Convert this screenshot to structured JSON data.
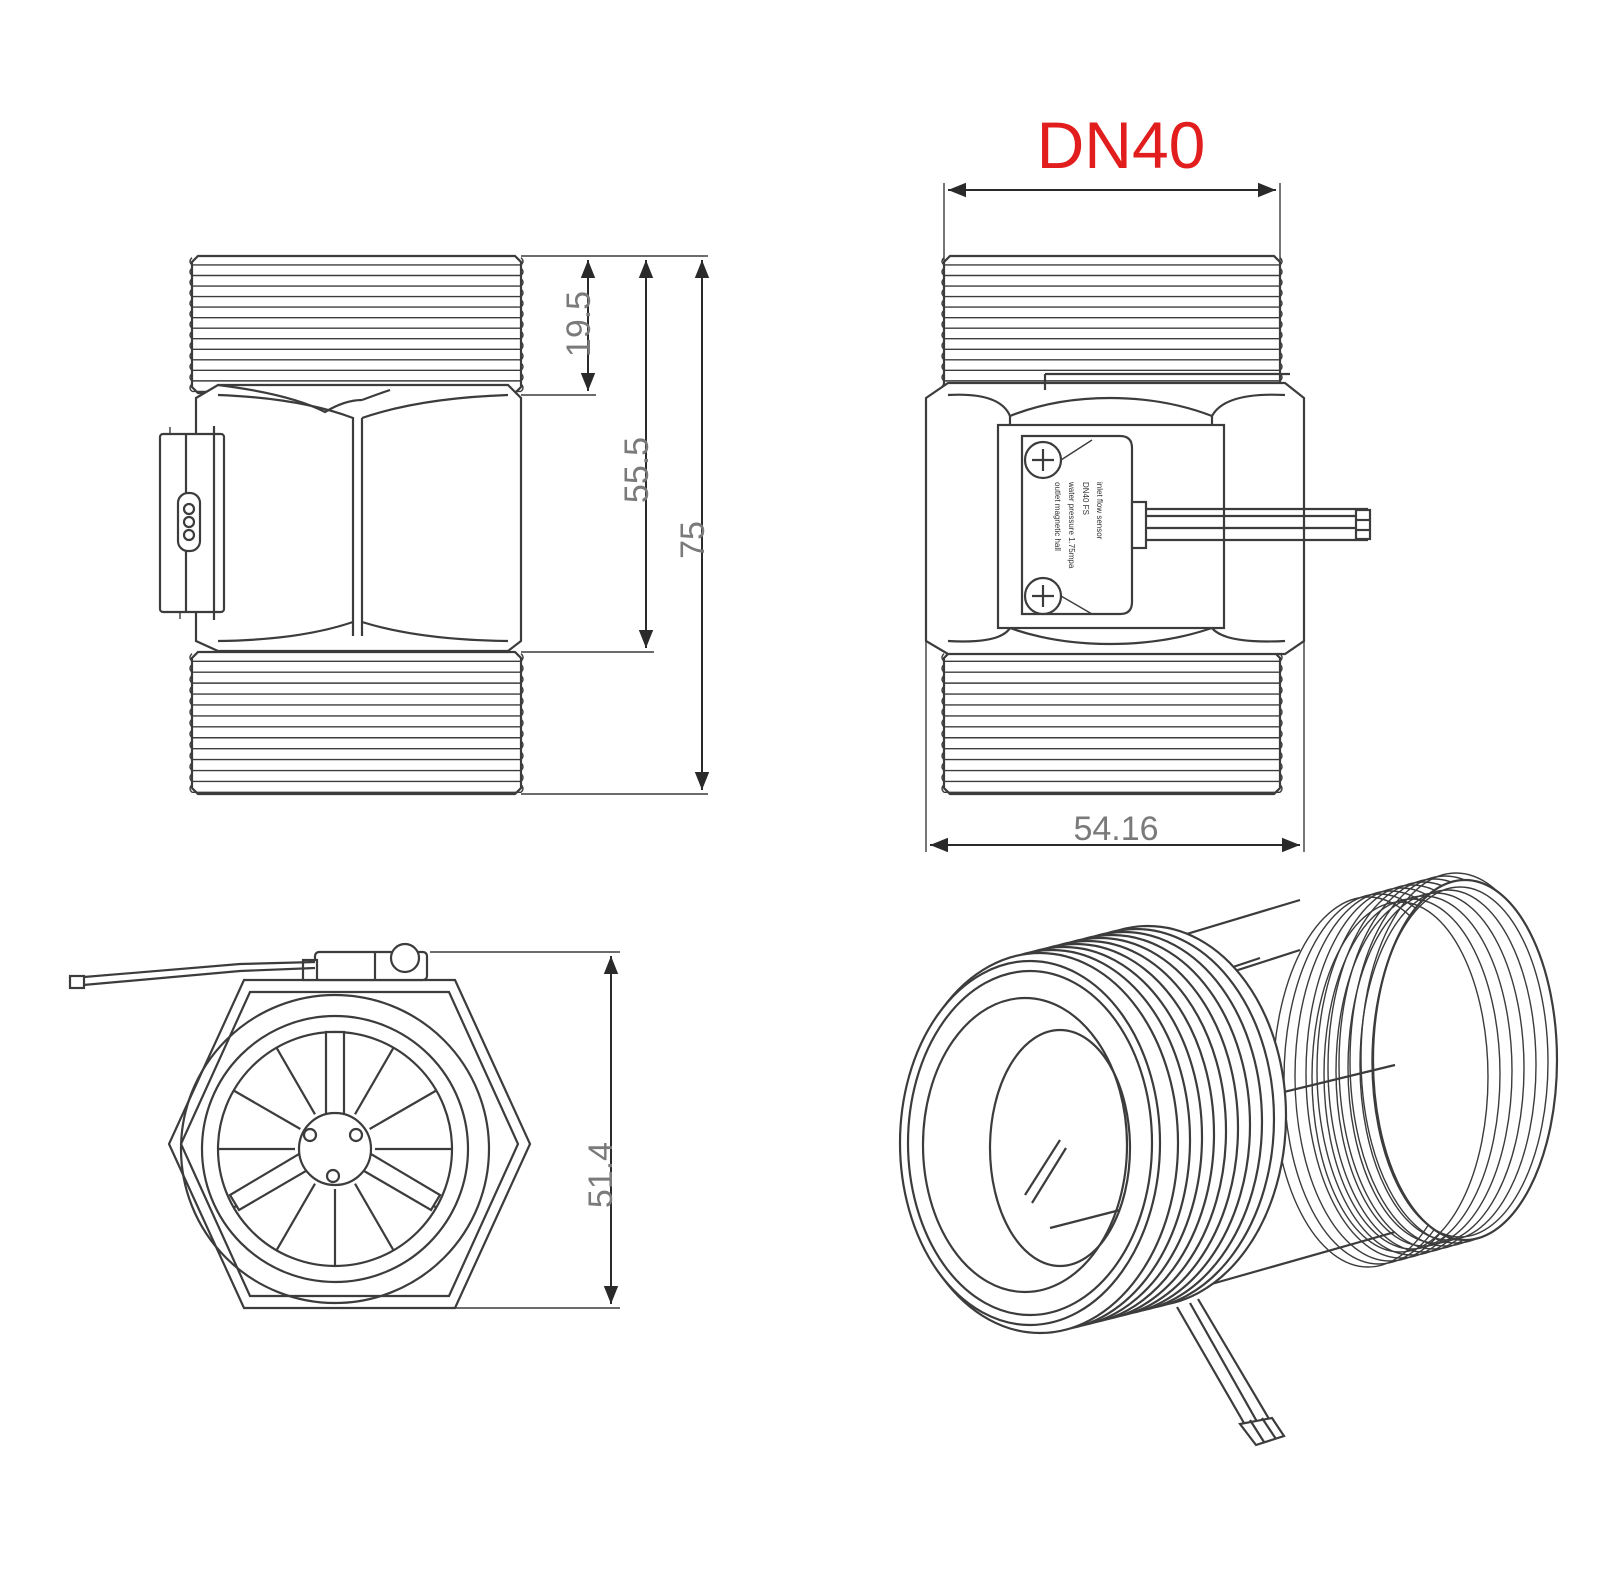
{
  "title": "DN40",
  "dimensions": {
    "thread_length": "19.5",
    "body_length": "55.5",
    "total_length": "75",
    "hex_width": "54.16",
    "end_height": "51.4"
  },
  "label_lines": [
    "outlet magnetic hall",
    "water pressure 1.75mpa",
    "DN40 FS",
    "inlet flow sensor"
  ],
  "colors": {
    "title": "#e21d1d",
    "line": "#3c3c3c",
    "dimension_text": "#7a7a7a"
  }
}
